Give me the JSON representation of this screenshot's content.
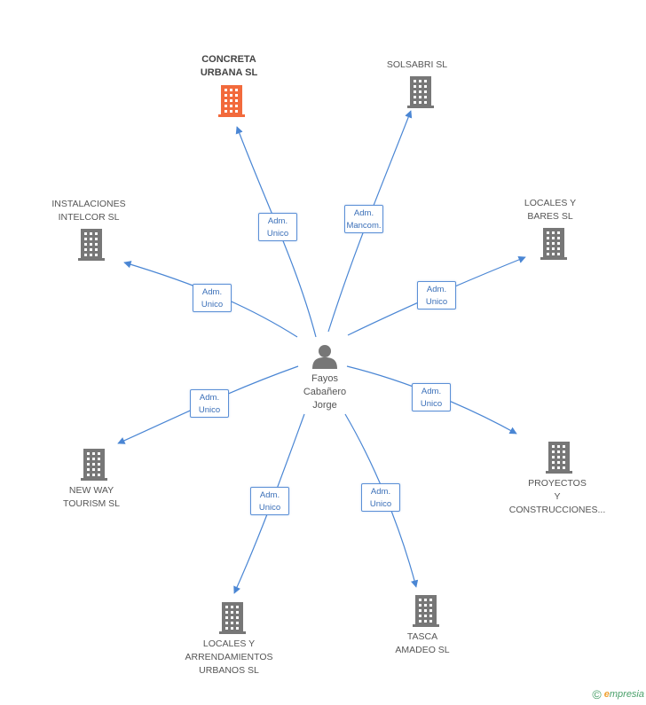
{
  "center": {
    "label_lines": [
      "Fayos",
      "Cabañero",
      "Jorge"
    ]
  },
  "colors": {
    "edge": "#4a86d4",
    "building": "#777777",
    "highlight": "#f26a3c"
  },
  "nodes": [
    {
      "id": "concreta",
      "label_lines": [
        "CONCRETA",
        "URBANA SL"
      ],
      "highlight": true,
      "role_lines": [
        "Adm.",
        "Unico"
      ]
    },
    {
      "id": "solsabri",
      "label_lines": [
        "SOLSABRI SL"
      ],
      "highlight": false,
      "role_lines": [
        "Adm.",
        "Mancom."
      ]
    },
    {
      "id": "instalaciones",
      "label_lines": [
        "INSTALACIONES",
        "INTELCOR SL"
      ],
      "highlight": false,
      "role_lines": [
        "Adm.",
        "Unico"
      ]
    },
    {
      "id": "locales_bares",
      "label_lines": [
        "LOCALES Y",
        "BARES SL"
      ],
      "highlight": false,
      "role_lines": [
        "Adm.",
        "Unico"
      ]
    },
    {
      "id": "newway",
      "label_lines": [
        "NEW WAY",
        "TOURISM SL"
      ],
      "highlight": false,
      "role_lines": [
        "Adm.",
        "Unico"
      ]
    },
    {
      "id": "proyectos",
      "label_lines": [
        "PROYECTOS",
        "Y",
        "CONSTRUCCIONES..."
      ],
      "highlight": false,
      "role_lines": [
        "Adm.",
        "Unico"
      ]
    },
    {
      "id": "locales_arr",
      "label_lines": [
        "LOCALES Y",
        "ARRENDAMIENTOS",
        "URBANOS SL"
      ],
      "highlight": false,
      "role_lines": [
        "Adm.",
        "Unico"
      ]
    },
    {
      "id": "tasca",
      "label_lines": [
        "TASCA",
        "AMADEO SL"
      ],
      "highlight": false,
      "role_lines": [
        "Adm.",
        "Unico"
      ]
    }
  ],
  "footer": {
    "copyright": "©",
    "brand_e": "e",
    "brand_rest": "mpresia"
  }
}
